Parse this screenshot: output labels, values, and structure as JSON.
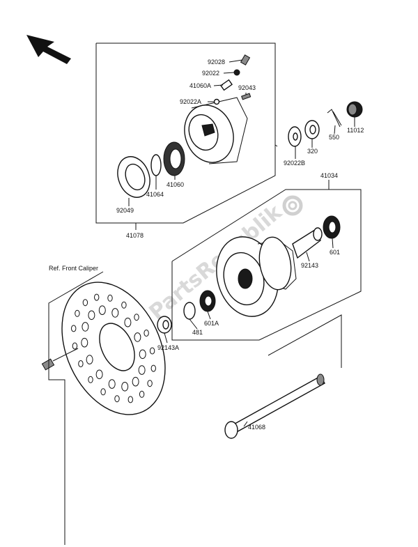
{
  "watermark": "PartsRepublik",
  "direction_arrow": {
    "icon": "front-direction-arrow-icon"
  },
  "labels": {
    "p92028": "92028",
    "p92022": "92022",
    "p41060A": "41060A",
    "p92043": "92043",
    "p92022A": "92022A",
    "p92022B": "92022B",
    "p320": "320",
    "p550": "550",
    "p11012": "11012",
    "p41064": "41064",
    "p41060": "41060",
    "p92049": "92049",
    "p41078": "41078",
    "p41034": "41034",
    "p92143": "92143",
    "p601": "601",
    "p601A": "601A",
    "p481": "481",
    "p92143A": "92143A",
    "p41068": "41068",
    "ref_caliper": "Ref. Front Caliper"
  },
  "colors": {
    "line": "#111111",
    "watermark": "#d9d9d9",
    "background": "#ffffff"
  }
}
